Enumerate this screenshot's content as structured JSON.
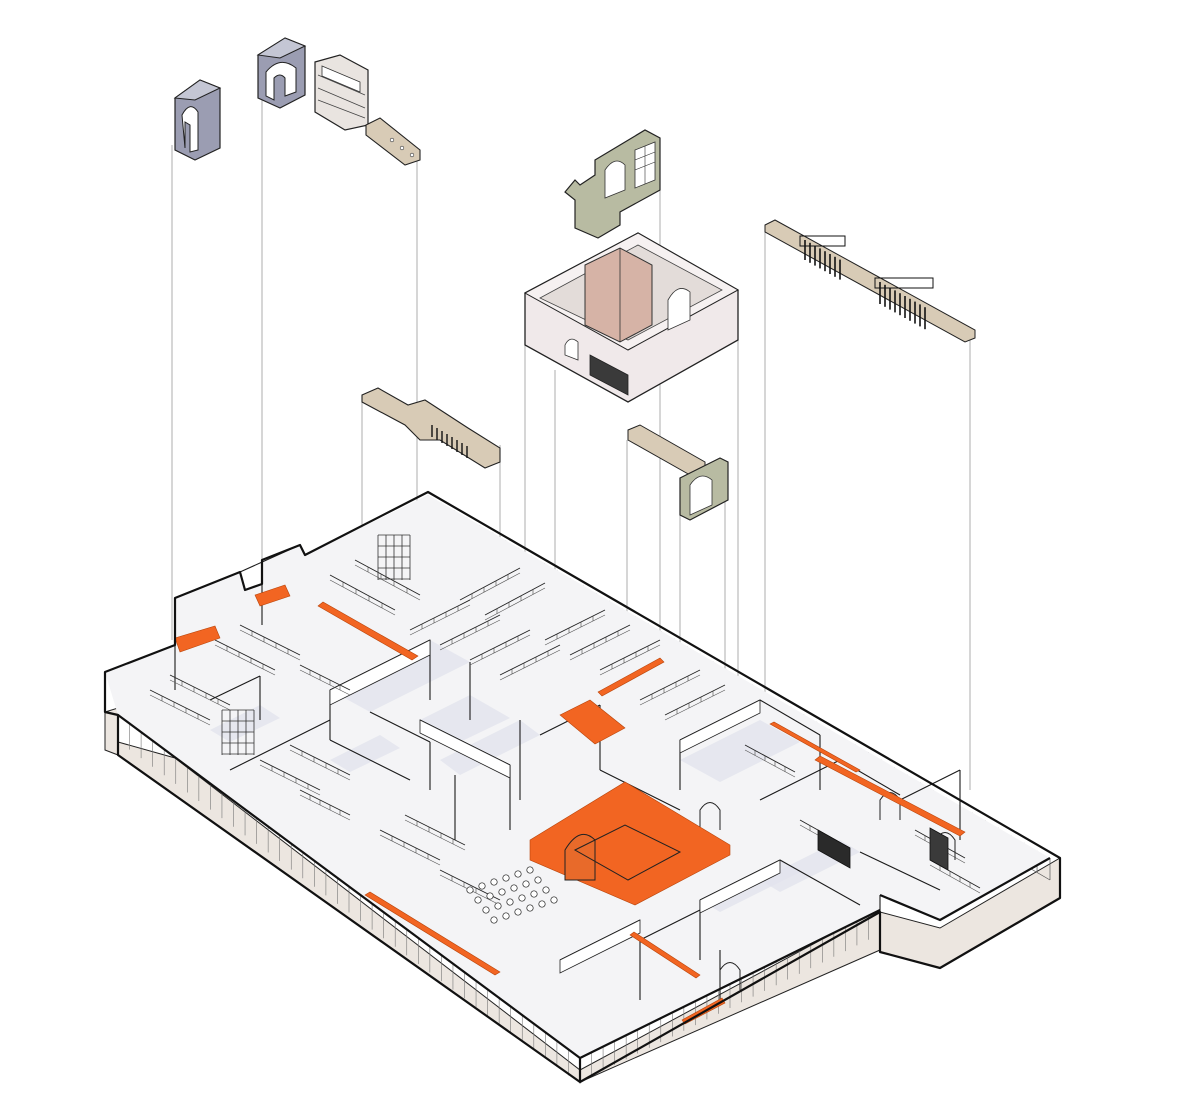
{
  "palette": {
    "accent": "#f26522",
    "floor": "#f4f4f6",
    "wall_shadow": "#e2e4ee",
    "facade": "#ece6e0",
    "module_grey": "#9b9db2",
    "module_sage": "#b8bba2",
    "module_tan": "#d8cbb6",
    "module_room": "#e9dfe0",
    "module_rose": "#d6b3a6",
    "outline": "#111111"
  },
  "floor_plate": {
    "view": "axonometric",
    "highlight_zone_count": 14
  },
  "exploded_modules": [
    {
      "kind": "arched-portal",
      "material": "module_grey"
    },
    {
      "kind": "arched-portal",
      "material": "module_grey"
    },
    {
      "kind": "shelving-unit",
      "material": "module_room"
    },
    {
      "kind": "bench-rail",
      "material": "module_tan"
    },
    {
      "kind": "library-wall",
      "material": "module_sage"
    },
    {
      "kind": "meeting-room",
      "material": "module_room"
    },
    {
      "kind": "hanger-rail",
      "material": "module_tan"
    },
    {
      "kind": "bench-rail",
      "material": "module_tan"
    },
    {
      "kind": "arched-wall",
      "material": "module_sage"
    }
  ]
}
